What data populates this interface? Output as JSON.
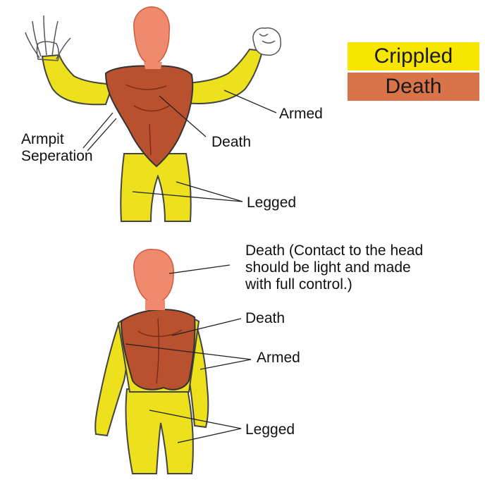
{
  "legend": {
    "items": [
      {
        "label": "Crippled",
        "color": "#f7e600"
      },
      {
        "label": "Death",
        "color": "#d9734a"
      }
    ]
  },
  "front": {
    "armpit_label": "Armpit\nSeperation",
    "torso_label": "Death",
    "arms_label": "Armed",
    "legs_label": "Legged"
  },
  "back": {
    "head_label": "Death (Contact to the head\nshould be light and made\nwith full control.)",
    "torso_label": "Death",
    "arms_label": "Armed",
    "legs_label": "Legged"
  },
  "colors": {
    "crippled": "#ece11c",
    "death": "#b9512f",
    "skin": "#f08a6c",
    "outline": "#3a3a3a"
  }
}
